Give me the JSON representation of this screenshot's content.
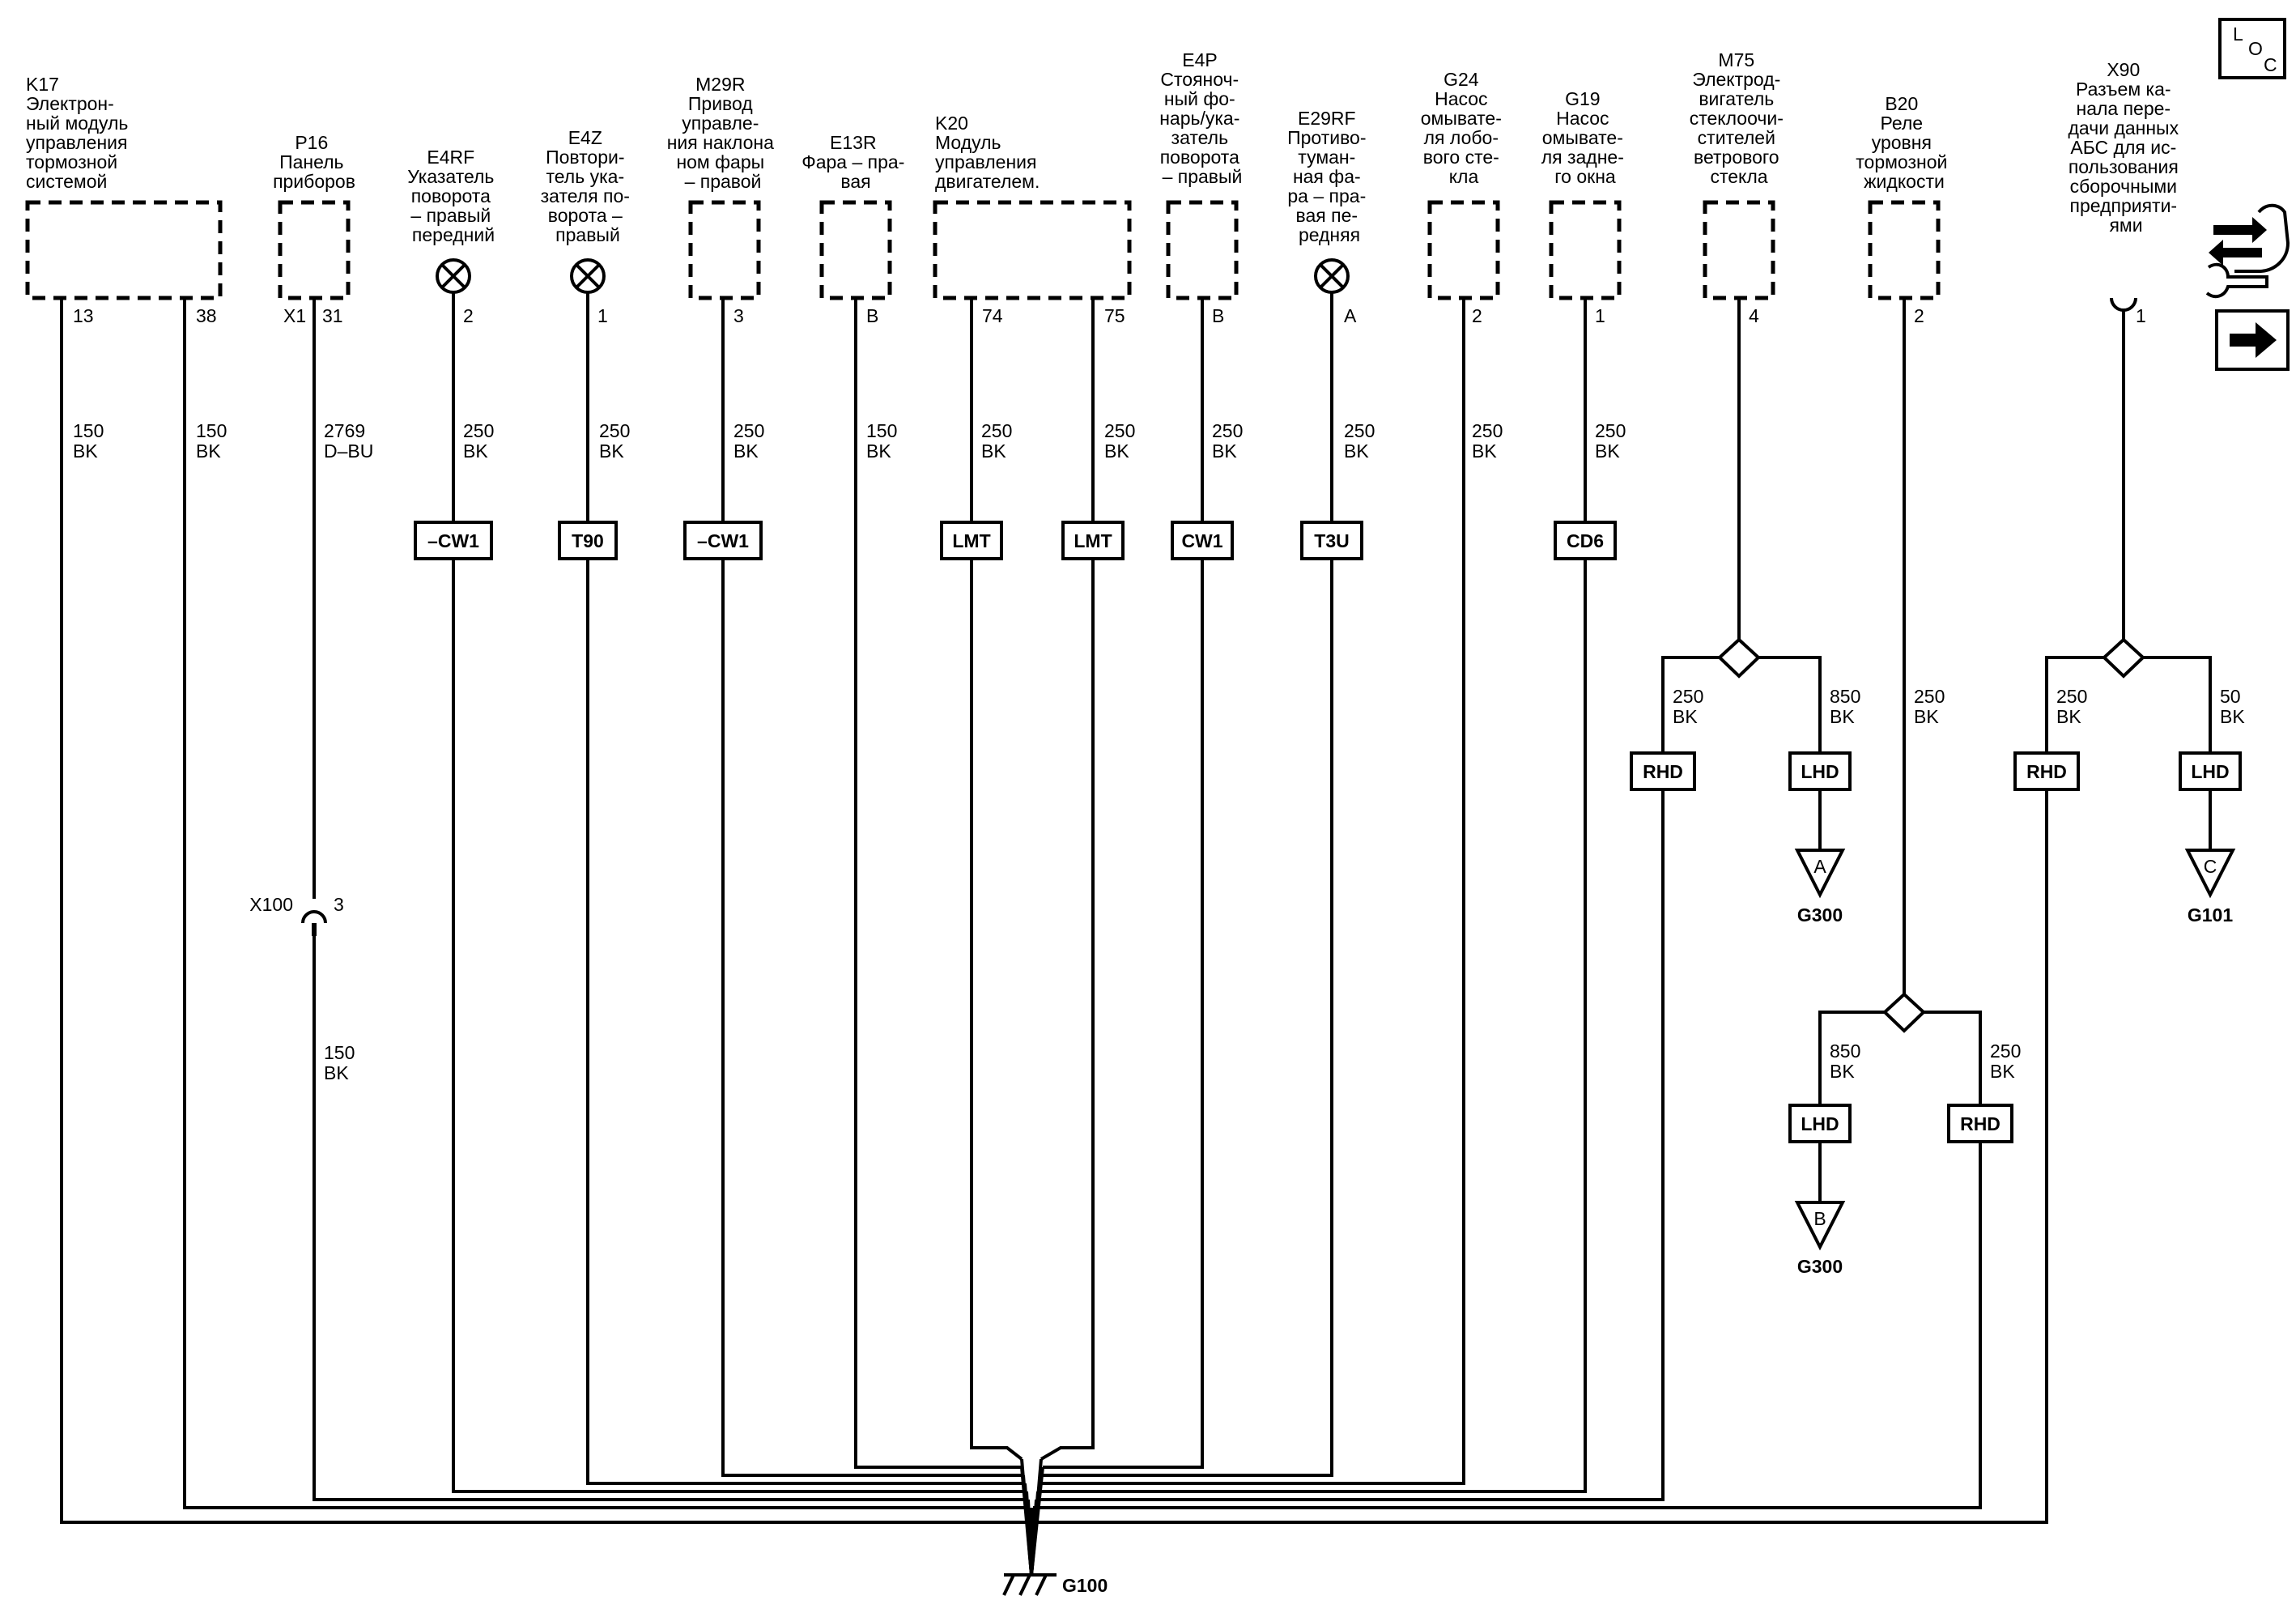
{
  "components": [
    {
      "id": "k17",
      "lines": [
        "K17",
        "Электрон-",
        "ный модуль",
        "управления",
        "тормозной",
        "системой"
      ],
      "pins": [
        "13",
        "38"
      ]
    },
    {
      "id": "p16",
      "lines": [
        "P16",
        "Панель",
        "приборов"
      ],
      "pins": [
        "X1",
        "31"
      ]
    },
    {
      "id": "e4rf",
      "lines": [
        "E4RF",
        "Указатель",
        "поворота",
        "– правый",
        "передний"
      ],
      "pins": [
        "2"
      ]
    },
    {
      "id": "e4z",
      "lines": [
        "E4Z",
        "Повтори-",
        "тель ука-",
        "зателя по-",
        "ворота –",
        "правый"
      ],
      "pins": [
        "1"
      ]
    },
    {
      "id": "m29r",
      "lines": [
        "M29R",
        "Привод",
        "управле-",
        "ния наклона",
        "ном фары",
        "– правой"
      ],
      "pins": [
        "3"
      ]
    },
    {
      "id": "e13r",
      "lines": [
        "E13R",
        "Фара – пра-",
        "вая"
      ],
      "pins": [
        "B"
      ]
    },
    {
      "id": "k20",
      "lines": [
        "K20",
        "Модуль",
        "управления",
        "двигателем."
      ],
      "pins": [
        "74",
        "75"
      ]
    },
    {
      "id": "e4p",
      "lines": [
        "E4P",
        "Стояноч-",
        "ный фо-",
        "нарь/ука-",
        "затель",
        "поворота",
        "– правый"
      ],
      "pins": [
        "B"
      ]
    },
    {
      "id": "e29rf",
      "lines": [
        "E29RF",
        "Противо-",
        "туман-",
        "ная фа-",
        "ра – пра-",
        "вая пе-",
        "редняя"
      ],
      "pins": [
        "A"
      ]
    },
    {
      "id": "g24",
      "lines": [
        "G24",
        "Насос",
        "омывате-",
        "ля лобо-",
        "вого сте-",
        "кла"
      ],
      "pins": [
        "2"
      ]
    },
    {
      "id": "g19",
      "lines": [
        "G19",
        "Насос",
        "омывате-",
        "ля задне-",
        "го окна"
      ],
      "pins": [
        "1"
      ]
    },
    {
      "id": "m75",
      "lines": [
        "M75",
        "Электрод-",
        "вигатель",
        "стеклоочи-",
        "стителей",
        "ветрового",
        "стекла"
      ],
      "pins": [
        "4"
      ]
    },
    {
      "id": "b20",
      "lines": [
        "B20",
        "Реле",
        "уровня",
        "тормозной",
        "жидкости"
      ],
      "pins": [
        "2"
      ]
    },
    {
      "id": "x90",
      "lines": [
        "X90",
        "Разъем ка-",
        "нала пере-",
        "дачи данных",
        "АБС для ис-",
        "пользования",
        "сборочными",
        "предприяти-",
        "ями"
      ],
      "pins": [
        "1"
      ]
    }
  ],
  "wires": [
    {
      "id": "w-k17-13",
      "lines": [
        "150",
        "BK"
      ]
    },
    {
      "id": "w-k17-38",
      "lines": [
        "150",
        "BK"
      ]
    },
    {
      "id": "w-p16",
      "lines": [
        "2769",
        "D–BU"
      ]
    },
    {
      "id": "w-e4rf",
      "lines": [
        "250",
        "BK"
      ]
    },
    {
      "id": "w-e4z",
      "lines": [
        "250",
        "BK"
      ]
    },
    {
      "id": "w-m29r",
      "lines": [
        "250",
        "BK"
      ]
    },
    {
      "id": "w-e13r",
      "lines": [
        "150",
        "BK"
      ]
    },
    {
      "id": "w-k20-74",
      "lines": [
        "250",
        "BK"
      ]
    },
    {
      "id": "w-k20-75",
      "lines": [
        "250",
        "BK"
      ]
    },
    {
      "id": "w-e4p",
      "lines": [
        "250",
        "BK"
      ]
    },
    {
      "id": "w-e29rf",
      "lines": [
        "250",
        "BK"
      ]
    },
    {
      "id": "w-g24",
      "lines": [
        "250",
        "BK"
      ]
    },
    {
      "id": "w-g19",
      "lines": [
        "250",
        "BK"
      ]
    },
    {
      "id": "w-m75-rhd",
      "lines": [
        "250",
        "BK"
      ]
    },
    {
      "id": "w-m75-lhd",
      "lines": [
        "850",
        "BK"
      ]
    },
    {
      "id": "w-b20",
      "lines": [
        "250",
        "BK"
      ]
    },
    {
      "id": "w-b20-lhd",
      "lines": [
        "850",
        "BK"
      ]
    },
    {
      "id": "w-b20-rhd",
      "lines": [
        "250",
        "BK"
      ]
    },
    {
      "id": "w-x90-rhd",
      "lines": [
        "250",
        "BK"
      ]
    },
    {
      "id": "w-x90-lhd",
      "lines": [
        "50",
        "BK"
      ]
    },
    {
      "id": "w-x100",
      "lines": [
        "150",
        "BK"
      ]
    }
  ],
  "options": [
    {
      "id": "o-e4rf",
      "label": "–CW1"
    },
    {
      "id": "o-e4z",
      "label": "T90"
    },
    {
      "id": "o-m29r",
      "label": "–CW1"
    },
    {
      "id": "o-k20-74",
      "label": "LMT"
    },
    {
      "id": "o-k20-75",
      "label": "LMT"
    },
    {
      "id": "o-e4p",
      "label": "CW1"
    },
    {
      "id": "o-e29rf",
      "label": "T3U"
    },
    {
      "id": "o-g19",
      "label": "CD6"
    },
    {
      "id": "o-m75-rhd",
      "label": "RHD"
    },
    {
      "id": "o-m75-lhd",
      "label": "LHD"
    },
    {
      "id": "o-x90-rhd",
      "label": "RHD"
    },
    {
      "id": "o-x90-lhd",
      "label": "LHD"
    },
    {
      "id": "o-b20-lhd",
      "label": "LHD"
    },
    {
      "id": "o-b20-rhd",
      "label": "RHD"
    }
  ],
  "connector": {
    "name": "X100",
    "pin": "3"
  },
  "grounds": {
    "main": "G100",
    "refs": [
      {
        "id": "ref-a",
        "letter": "A",
        "ground": "G300"
      },
      {
        "id": "ref-c",
        "letter": "C",
        "ground": "G101"
      },
      {
        "id": "ref-b",
        "letter": "B",
        "ground": "G300"
      }
    ]
  },
  "side_icons": [
    {
      "id": "loc",
      "lines": [
        "L",
        "O",
        "C"
      ]
    },
    {
      "id": "tools",
      "name": "tools-icon"
    },
    {
      "id": "next",
      "name": "arrow-right-icon"
    }
  ]
}
